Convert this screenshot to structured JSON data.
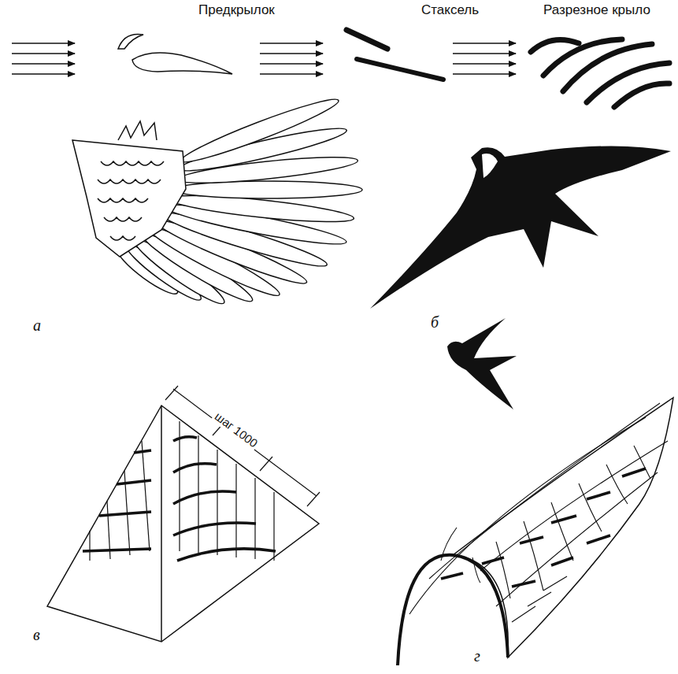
{
  "diagram": {
    "labels": [
      "Предкрылок",
      "Стаксель",
      "Разрезное крыло",
      "а",
      "б",
      "шаг 1000",
      "в",
      "г"
    ]
  }
}
